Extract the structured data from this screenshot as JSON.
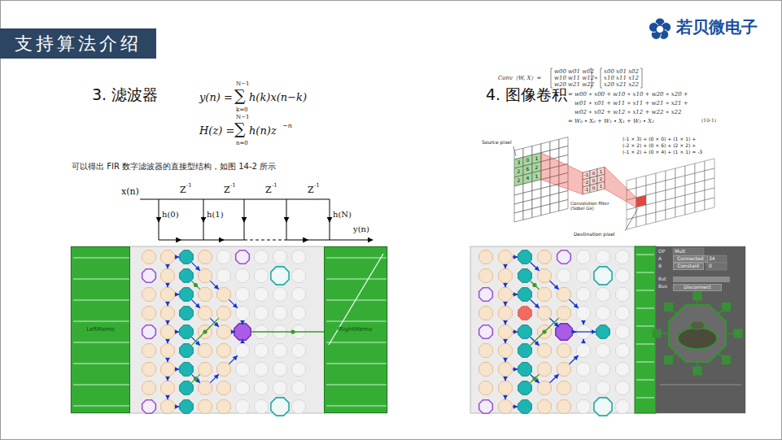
{
  "diagram": {
    "title": "支持算法介绍",
    "nodes": [
      {
        "text": [
          "LeftMemo"
        ]
      },
      {
        "text": [
          "RightMemo"
        ]
      },
      {
        "text": [
          "Connected"
        ]
      },
      {
        "text": [
          "Constant"
        ]
      },
      {
        "text": [
          "Disconnect"
        ]
      }
    ],
    "labels": [
      "3. 滤波器",
      "y(n) =",
      "∑",
      "N−1",
      "k=0",
      "h(k)x(n−k)",
      "H(z) =",
      "∑",
      "N−1",
      "n=0",
      "h(n)z",
      "−n",
      "可以得出 FIR 数字滤波器的直接型结构，如图 14-2 所示",
      "x(n)",
      "Z",
      "-1",
      "Z",
      "-1",
      "Z",
      "-1",
      "Z",
      "-1",
      "h(0)",
      "h(1)",
      "h(N)",
      "y(n)",
      "4. 图像卷积",
      "Conv（W, X）=",
      "w00 w01 w02",
      "w10 w11 w12",
      "w20 w21 w22",
      "∗",
      "x00 x01 x02",
      "x10 x11 x12",
      "x20 x21 x22",
      "= w00 ∗ x00 + w10 ∗ x10 + w20 ∗ x20 +",
      "w01 ∗ x01 + w11 ∗ x11 + w21 ∗ x21 +",
      "w02 ∗ x02 + w12 ∗ x12 + w22 ∗ x22",
      "= W₀ ∙ X₀ + W₁ ∙ X₁ + W₂ ∙ X₂",
      "(10-1)",
      "Source pixel",
      "Convolution filter (Sobel Gx)",
      "Destination pixel",
      "(-1 × 3) + (0 × 0) + (1 × 1) +",
      "(-2 × 2) + (0 × 6) + (2 × 2) +",
      "(-1 × 2) + (0 × 4) + (1 × 1) = -3",
      "3",
      "0",
      "1",
      "2",
      "6",
      "2",
      "2",
      "4",
      "1",
      "-1",
      "0",
      "1",
      "-2",
      "0",
      "2",
      "-1",
      "0",
      "1",
      "OP",
      "A",
      "B",
      "Rst",
      "Bus",
      "Mult",
      "34",
      "0",
      "若贝微电子"
    ]
  }
}
